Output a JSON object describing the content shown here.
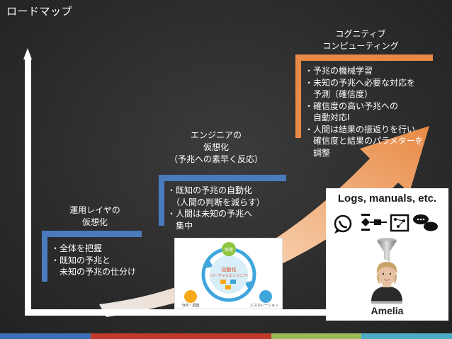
{
  "slide_title": "ロードマップ",
  "colors": {
    "blue": "#4a7bbd",
    "orange": "#e88a45",
    "axis": "#ffffff",
    "background": "#2b2b2b"
  },
  "bottom_bar_colors": [
    "#3b6fb6",
    "#c0392b",
    "#c0392b",
    "#9bbb59",
    "#4bacc6"
  ],
  "steps": [
    {
      "color": "blue",
      "label": [
        "運用レイヤの",
        "仮想化"
      ],
      "bullets": [
        "・全体を把握",
        "・既知の予兆と",
        "　未知の予兆の仕分け"
      ]
    },
    {
      "color": "blue",
      "label": [
        "エンジニアの",
        "仮想化",
        "（予兆への素早く反応）"
      ],
      "bullets": [
        "・既知の予兆の自動化",
        "　（人間の判断を減らす）",
        "・人間は未知の予兆へ",
        "　集中"
      ]
    },
    {
      "color": "orange",
      "label": [
        "コグニティブ",
        "コンピューティング"
      ],
      "bullets": [
        "・予兆の機械学習",
        "・未知の予兆へ必要な対応を",
        "　予測（確信度）",
        "・確信度の高い予兆への",
        "　自動対応I",
        "・人間は結果の振返りを行い",
        "　確信度と結果のパラメターを",
        "　調整"
      ]
    }
  ],
  "cycle_diagram": {
    "top_node": "修復",
    "center_label": [
      "自動化",
      "（バーチャルエンジニア）"
    ],
    "left_node": "分析・調査",
    "right_node": "エスカレーション"
  },
  "amelia_panel": {
    "heading": "Logs, manuals, etc.",
    "caption": "Amelia",
    "icons": [
      "whatsapp-icon",
      "flowchart-icon",
      "network-map-icon",
      "chat-bubbles-icon",
      "funnel-icon",
      "avatar-photo"
    ]
  }
}
